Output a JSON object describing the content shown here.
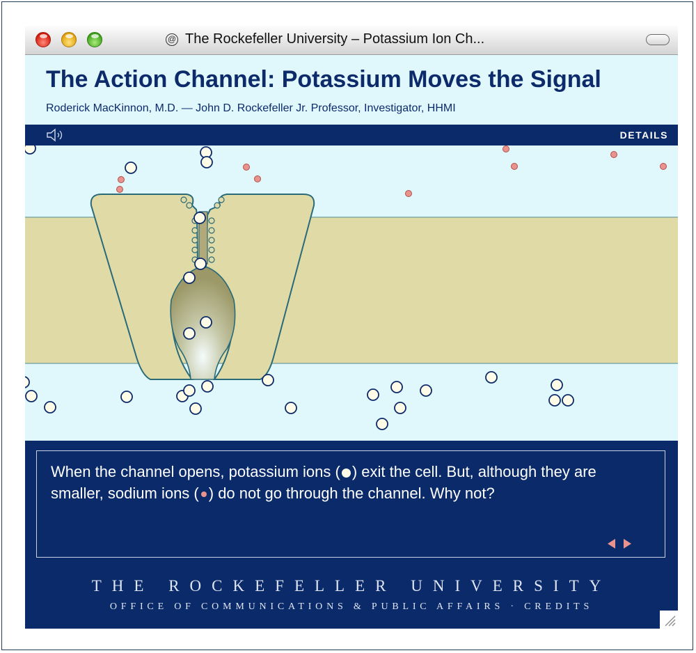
{
  "window": {
    "title": "The Rockefeller University – Potassium Ion Ch...",
    "title_icon": "@"
  },
  "header": {
    "title": "The Action Channel: Potassium Moves the Signal",
    "byline": "Roderick MacKinnon, M.D. — John D. Rockefeller Jr. Professor, Investigator, HHMI"
  },
  "nav": {
    "details_label": "DETAILS",
    "sound_icon": "speaker-icon"
  },
  "caption": {
    "part1": "When the channel opens, potassium ions (",
    "part2": ") exit the cell.  But, although they are smaller, sodium ions (",
    "part3": ") do not go through the channel.  Why not?"
  },
  "footer": {
    "name": "THE ROCKEFELLER UNIVERSITY",
    "office": "OFFICE OF COMMUNICATIONS & PUBLIC AFFAIRS · CREDITS"
  },
  "colors": {
    "navy": "#0a2a6a",
    "cell_fluid": "#e0f8fc",
    "membrane": "#e0dba6",
    "potassium_ion": "#fffde8",
    "sodium_ion": "#e8938d"
  }
}
